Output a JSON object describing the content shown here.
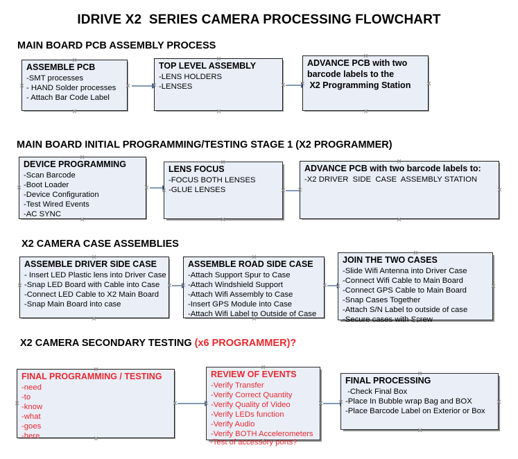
{
  "document": {
    "title": "IDRIVE X2  SERIES CAMERA PROCESSING FLOWCHART"
  },
  "sections": [
    {
      "id": "main-board-pcb-assembly",
      "heading": "MAIN BOARD PCB ASSEMBLY PROCESS",
      "heading_accent": "",
      "nodes": [
        {
          "id": "assemble-pcb",
          "title": "ASSEMBLE PCB",
          "lines": [
            "-SMT processes",
            "- HAND Solder processes",
            "- Attach Bar Code Label"
          ]
        },
        {
          "id": "top-level-assembly",
          "title": "TOP LEVEL ASSEMBLY",
          "lines": [
            "-LENS HOLDERS",
            "-LENSES"
          ]
        },
        {
          "id": "advance-pcb-programming-station",
          "title": "ADVANCE PCB with two",
          "lines": [
            "barcode labels to the",
            " X2 Programming Station"
          ]
        }
      ]
    },
    {
      "id": "main-board-initial-programming",
      "heading": "MAIN BOARD INITIAL PROGRAMMING/TESTING STAGE 1 (X2 PROGRAMMER)",
      "heading_accent": "",
      "nodes": [
        {
          "id": "device-programming",
          "title": "DEVICE PROGRAMMING",
          "lines": [
            "-Scan Barcode",
            "-Boot Loader",
            "-Device Configuration",
            "-Test Wired Events",
            "-AC SYNC"
          ]
        },
        {
          "id": "lens-focus",
          "title": "LENS FOCUS",
          "lines": [
            "-FOCUS BOTH LENSES",
            "-GLUE LENSES"
          ]
        },
        {
          "id": "advance-pcb-driver-side-station",
          "title": "ADVANCE PCB with two barcode labels to:",
          "lines": [
            "-X2 DRIVER  SIDE  CASE  ASSEMBLY STATION"
          ]
        }
      ]
    },
    {
      "id": "x2-camera-case-assemblies",
      "heading": "X2 CAMERA CASE ASSEMBLIES",
      "heading_accent": "",
      "nodes": [
        {
          "id": "assemble-driver-side-case",
          "title": "ASSEMBLE DRIVER SIDE CASE",
          "lines": [
            "- Insert LED Plastic lens into Driver Case",
            "-Snap LED Board with Cable into Case",
            "-Connect LED Cable to X2 Main Board",
            "-Snap Main Board into case"
          ]
        },
        {
          "id": "assemble-road-side-case",
          "title": "ASSEMBLE ROAD SIDE CASE",
          "lines": [
            "-Attach Support Spur to Case",
            "-Attach Windshield Support",
            "-Attach Wifi Assembly to Case",
            "-Insert GPS Module into Case",
            "-Attach Wifi Label to Outside of Case"
          ]
        },
        {
          "id": "join-the-two-cases",
          "title": "JOIN THE TWO CASES",
          "lines": [
            "-Slide Wifi Antenna into Driver Case",
            "-Connect Wifi Cable to Main Board",
            "-Connect GPS Cable to Main Board",
            "-Snap Cases Together",
            "-Attach S/N Label to outside of case",
            "-Secure cases with Screw"
          ]
        }
      ]
    },
    {
      "id": "x2-camera-secondary-testing",
      "heading": "X2 CAMERA SECONDARY TESTING ",
      "heading_accent": "(x6 PROGRAMMER)?",
      "nodes": [
        {
          "id": "final-programming-testing",
          "title": "FINAL PROGRAMMING / TESTING",
          "lines": [
            "-need",
            "-to",
            "-know",
            "-what",
            "-goes",
            "-here"
          ]
        },
        {
          "id": "review-of-events",
          "title": "REVIEW OF EVENTS",
          "lines": [
            "-Verify Transfer",
            "-Verify Correct Quantity",
            "-Verify Quality of Video",
            "-Verify LEDs function",
            "-Verify Audio",
            "-Verify BOTH Accelerometers"
          ],
          "overflow_line": "-Test of accessory ports?"
        },
        {
          "id": "final-processing",
          "title": "FINAL PROCESSING",
          "lines": [
            " -Check Final Box",
            "-Place In Bubble wrap Bag and BOX",
            "-Place Barcode Label on Exterior or Box"
          ]
        }
      ]
    }
  ],
  "colors": {
    "node_fill": "#e9eef7",
    "node_border": "#1d1d1d",
    "accent_red": "#e8292f",
    "connector": "#7f9ab5",
    "arrowhead": "#3c5f9e"
  }
}
